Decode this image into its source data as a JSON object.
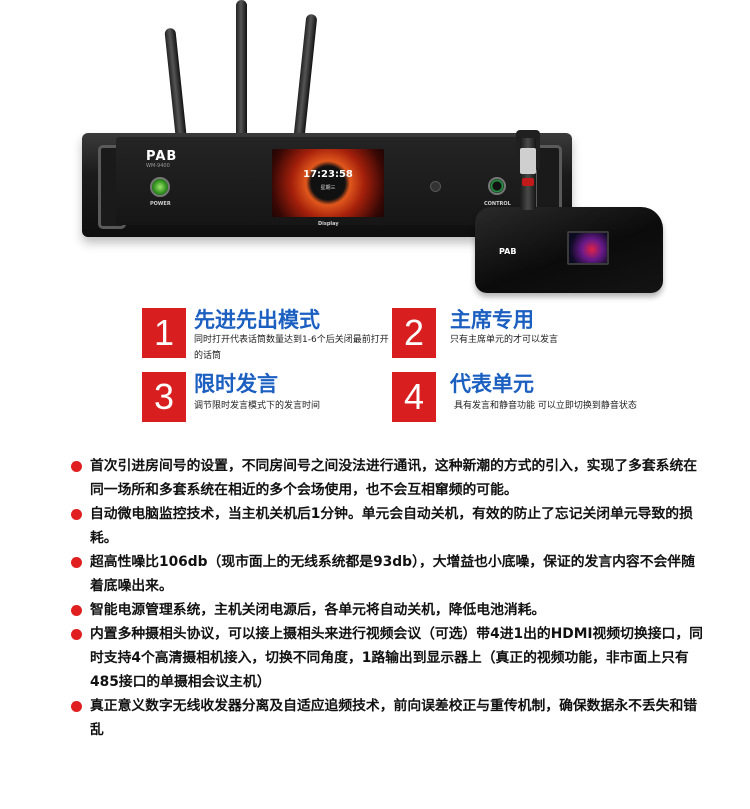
{
  "product": {
    "brand": "PAB",
    "model": "WM-9400",
    "power_label": "POWER",
    "control_label": "CONTROL",
    "display_label": "Display",
    "clock_time": "17:23:58",
    "clock_day": "星期三",
    "console_brand": "PAB"
  },
  "features": [
    {
      "number": "1",
      "title": "先进先出模式",
      "desc": "同时打开代表话筒数量达到1-6个后关闭最前打开的话筒"
    },
    {
      "number": "2",
      "title": "主席专用",
      "desc": "只有主席单元的才可以发言"
    },
    {
      "number": "3",
      "title": "限时发言",
      "desc": "调节限时发言模式下的发言时间"
    },
    {
      "number": "4",
      "title": "代表单元",
      "desc": "具有发言和静音功能 可以立即切换到静音状态"
    }
  ],
  "bullets": [
    "首次引进房间号的设置，不同房间号之间没法进行通讯，这种新潮的方式的引入，实现了多套系统在同一场所和多套系统在相近的多个会场使用，也不会互相窜频的可能。",
    "自动微电脑监控技术，当主机关机后1分钟。单元会自动关机，有效的防止了忘记关闭单元导致的损耗。",
    "超高性噪比106db（现市面上的无线系统都是93db），大增益也小底噪，保证的发言内容不会伴随着底噪出来。",
    "智能电源管理系统，主机关闭电源后，各单元将自动关机，降低电池消耗。",
    "内置多种摄相头协议，可以接上摄相头来进行视频会议（可选）带4进1出的HDMI视频切换接口，同时支持4个高清摄相机接入，切换不同角度，1路输出到显示器上（真正的视频功能，非市面上只有485接口的单摄相会议主机）",
    "真正意义数字无线收发器分离及自适应追频技术，前向误差校正与重传机制，确保数据永不丢失和错乱"
  ],
  "colors": {
    "accent_red": "#d81e1e",
    "title_blue": "#1b5fc1",
    "bullet_red": "#e02020"
  }
}
